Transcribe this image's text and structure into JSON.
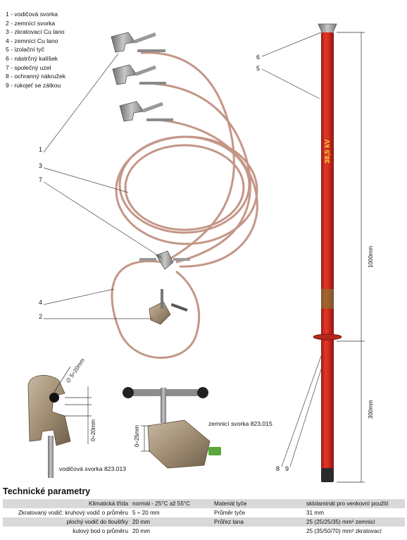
{
  "legend": [
    "1 - vodičová svorka",
    "2 - zemnící svorka",
    "3 - zkratovací Cu lano",
    "4 - zemnící Cu lano",
    "5 - izolační tyč",
    "6 - nástrčný kalíšek",
    "7 - společný uzel",
    "8 - ochranný nákružek",
    "9 - rukojeť se zátkou"
  ],
  "callouts": {
    "n1": "1",
    "n2": "2",
    "n3": "3",
    "n4": "4",
    "n5": "5",
    "n6": "6",
    "n7": "7",
    "n8": "8",
    "n9": "9"
  },
  "pole": {
    "label": "38,5 kV",
    "length_label": "1000mm",
    "handle_label": "300mm"
  },
  "details": {
    "conductor_clamp_caption": "vodičová svorka 823.013",
    "earth_clamp_caption": "zemnicí svorka 823.015",
    "dim_round": "∅ 5÷20mm",
    "dim_range_1": "0÷20mm",
    "dim_range_2": "0÷25mm"
  },
  "section_title": "Technické parametry",
  "params": [
    {
      "k1": "Klimatická třída",
      "v1": "normál - 25°C až 55°C",
      "k2": "Materiál tyče",
      "v2": "sklolaminát pro venkovní použití",
      "shade": true
    },
    {
      "k1": "Zkratovaný vodič: kruhový vodič o průměru",
      "v1": "5 ÷ 20 mm",
      "k2": "Průměr tyče",
      "v2": "31 mm",
      "shade": false
    },
    {
      "k1": "plochý vodič do tloušťky",
      "v1": "20 mm",
      "k2": "Průřez lana",
      "v2": "25 (25/25/35) mm² zemnicí",
      "shade": true
    },
    {
      "k1": "kulový bod o průměru",
      "v1": "20 mm",
      "k2": "",
      "v2": "25 (35/50/70) mm² zkratovací",
      "shade": false
    }
  ],
  "colors": {
    "pole_red": "#d42a1e",
    "cable": "#c79a8c",
    "metal": "#8f8f8f",
    "table_shade": "#d9d9d9"
  }
}
